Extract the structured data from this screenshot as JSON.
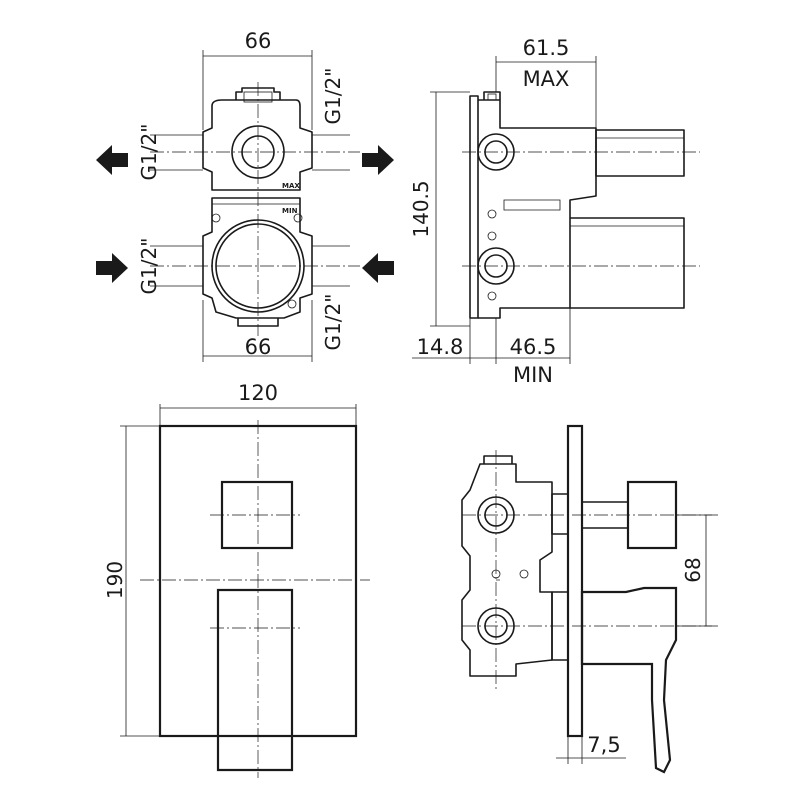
{
  "dimensions": {
    "top_width": "66",
    "bottom_width": "66",
    "thread_left_top": "G1/2\"",
    "thread_right_top": "G1/2\"",
    "thread_left_bottom": "G1/2\"",
    "thread_right_bottom": "G1/2\"",
    "depth_max_value": "61.5",
    "depth_max_label": "MAX",
    "height": "140.5",
    "offset": "14.8",
    "depth_min_value": "46.5",
    "depth_min_label": "MIN",
    "plate_width": "120",
    "plate_height": "190",
    "handle_spacing": "68",
    "plate_thickness": "7,5"
  },
  "body_marks": {
    "max_mark": "MAX",
    "min_mark": "MIN"
  }
}
